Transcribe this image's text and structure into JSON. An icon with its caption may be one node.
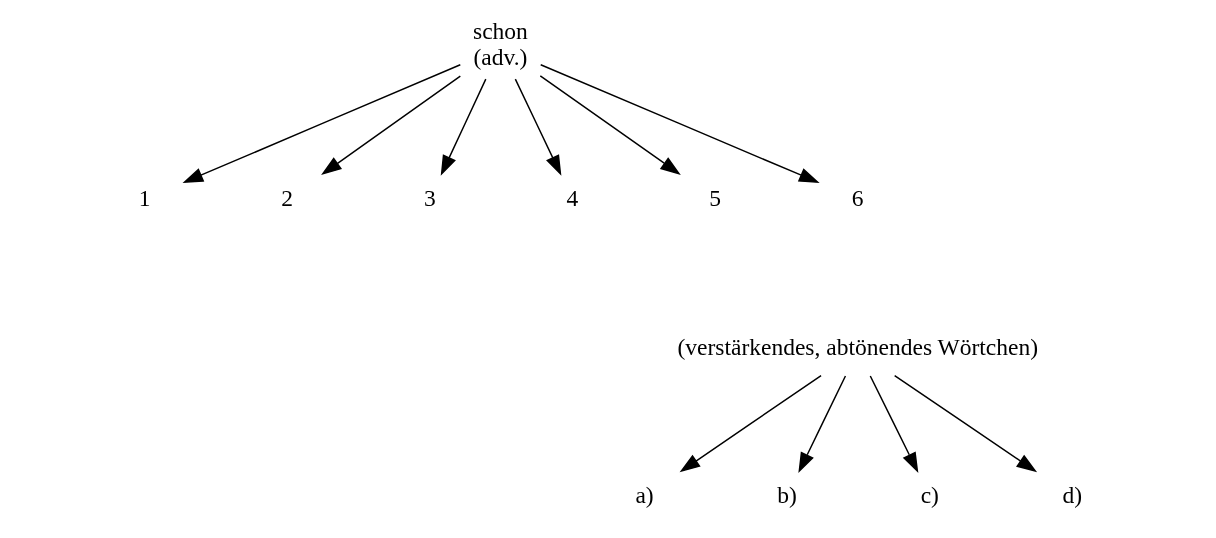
{
  "diagram": {
    "nodes": [
      {
        "text": [
          "schon",
          "(adv.)"
        ]
      },
      {
        "text": [
          "1"
        ]
      },
      {
        "text": [
          "2"
        ]
      },
      {
        "text": [
          "3"
        ]
      },
      {
        "text": [
          "4"
        ]
      },
      {
        "text": [
          "5"
        ]
      },
      {
        "text": [
          "6"
        ]
      },
      {
        "text": [
          "(verstärkendes, abtönendes Wörtchen)"
        ]
      },
      {
        "text": [
          "a)"
        ]
      },
      {
        "text": [
          "b)"
        ]
      },
      {
        "text": [
          "c)"
        ]
      },
      {
        "text": [
          "d)"
        ]
      }
    ],
    "edges": [
      {
        "from": 0,
        "to": 1,
        "arrow": "to"
      },
      {
        "from": 0,
        "to": 2,
        "arrow": "to"
      },
      {
        "from": 0,
        "to": 3,
        "arrow": "to"
      },
      {
        "from": 0,
        "to": 4,
        "arrow": "to"
      },
      {
        "from": 0,
        "to": 5,
        "arrow": "to"
      },
      {
        "from": 0,
        "to": 6,
        "arrow": "to"
      },
      {
        "from": 7,
        "to": 8,
        "arrow": "to"
      },
      {
        "from": 7,
        "to": 9,
        "arrow": "to"
      },
      {
        "from": 7,
        "to": 10,
        "arrow": "to"
      },
      {
        "from": 7,
        "to": 11,
        "arrow": "to"
      }
    ]
  }
}
